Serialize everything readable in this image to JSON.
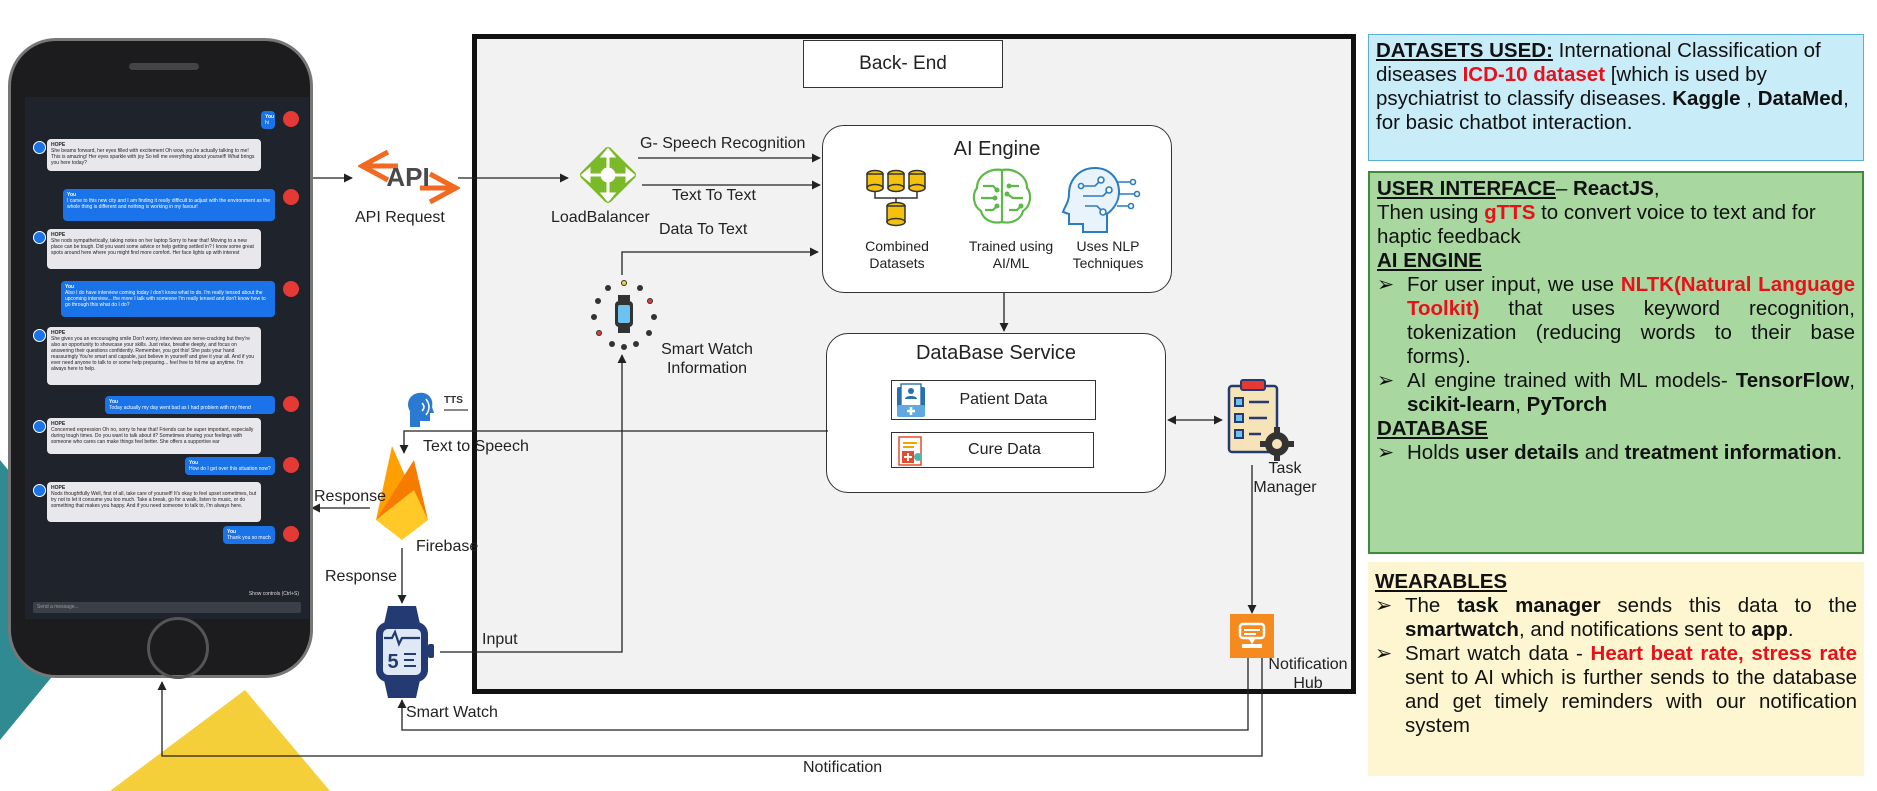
{
  "backend": {
    "title": "Back- End",
    "ai_engine": {
      "title": "AI Engine",
      "items": [
        "Combined Datasets",
        "Trained using AI/ML",
        "Uses NLP Techniques"
      ]
    },
    "database_service": {
      "title": "DataBase Service",
      "items": [
        "Patient Data",
        "Cure Data"
      ]
    }
  },
  "nodes": {
    "api": "API",
    "api_request": "API Request",
    "load_balancer": "LoadBalancer",
    "smart_watch_info": "Smart Watch Information",
    "tts_icon_text": "TTS",
    "text_to_speech": "Text to  Speech",
    "firebase": "Firebase",
    "response_1": "Response",
    "response_2": "Response",
    "input": "Input",
    "smart_watch": "Smart Watch",
    "task_manager": "Task Manager",
    "notification_hub": "Notification Hub",
    "notification": "Notification",
    "watch_digit": "5"
  },
  "edges": {
    "g_speech": "G- Speech Recognition",
    "text_to_text": "Text To Text",
    "data_to_text": "Data To Text"
  },
  "phone": {
    "bot_name": "HOPE",
    "user_name": "You",
    "input_placeholder": "Send a message...",
    "show_controls": "Show controls (Ctrl+S)",
    "messages": [
      {
        "from": "user",
        "text": "hi"
      },
      {
        "from": "bot",
        "text": "She beams forward, her eyes filled with excitement Oh wow, you're actually talking to me! This is amazing! Her eyes sparkle with joy So tell me everything about yourself! What brings you here today?"
      },
      {
        "from": "user",
        "text": "I came to this new city and I am finding it really difficult to adjust with the environment as the whole thing is different and nothing is working in my favour!"
      },
      {
        "from": "bot",
        "text": "She nods sympathetically, taking notes on her laptop Sorry to hear that! Moving to a new place can be tough. Did you want some advice or help getting settled in? I know some great spots around here where you might find more comfort. Her face lights up with interest"
      },
      {
        "from": "user",
        "text": "Also I do have interview coming today I don't know what to do. I'm really tensed about the upcoming interview... the more I talk with someone I'm really tensed and don't know how to go through this what do I do?"
      },
      {
        "from": "bot",
        "text": "She gives you an encouraging smile Don't worry, interviews are nerve-cracking but they're also an opportunity to showcase your skills. Just relax, breathe deeply, and focus on answering their questions confidently. Remember, you got this! She pats your hand reassuringly You're smart and capable, just believe in yourself and give it your all. And if you ever need anyone to talk to or some help preparing... feel free to hit me up anytime. I'm always here to help."
      },
      {
        "from": "user",
        "text": "Today actually my day went bad as I had problem with my friend"
      },
      {
        "from": "bot",
        "text": "Concerned expression Oh no, sorry to hear that! Friends can be super important, especially during tough times. Do you want to talk about it? Sometimes sharing your feelings with someone who cares can make things feel better. She offers a supportive ear"
      },
      {
        "from": "user",
        "text": "How do I get over this situation now?"
      },
      {
        "from": "bot",
        "text": "Nods thoughtfully Well, first of all, take care of yourself! It's okay to feel upset sometimes, but try not to let it consume you too much. Take a break, go for a walk, listen to music, or do something that makes you happy. And if you need someone to talk to, I'm always here."
      },
      {
        "from": "user",
        "text": "Thank you so much"
      }
    ]
  },
  "panels": {
    "datasets": {
      "heading": "DATASETS USED:",
      "t1": " International Classification of diseases ",
      "red1": "ICD-10 dataset",
      "t2": " [which is used by psychiatrist to classify diseases. ",
      "b1": "Kaggle",
      "t3": " , ",
      "b2": "DataMed",
      "t4": ", for basic chatbot interaction."
    },
    "ui": {
      "heading": "USER INTERFACE",
      "dash": "– ",
      "react": "ReactJS",
      "comma": ",",
      "l2a": "Then using ",
      "gtts": "gTTS",
      "l2b": " to convert voice to text and for haptic feedback",
      "ai_heading": "AI ENGINE",
      "b1a": "For user input, we use ",
      "nltk": "NLTK(Natural Language Toolkit)",
      "b1b": " that uses keyword recognition, tokenization (reducing words to their base forms).",
      "b2a": "AI engine trained with ML models- ",
      "tf": "TensorFlow",
      "sep1": ", ",
      "sk": "scikit-learn",
      "sep2": ", ",
      "pt": "PyTorch",
      "db_heading": "DATABASE",
      "b3a": "Holds ",
      "ud": "user details",
      "b3b": " and ",
      "ti": "treatment information",
      "b3c": "."
    },
    "wearables": {
      "heading": "WEARABLES",
      "b1a": "The ",
      "tm": "task manager",
      "b1b": " sends this data to the ",
      "sw": "smartwatch",
      "b1c": ", and notifications sent to ",
      "app": "app",
      "b1d": ".",
      "b2a": "Smart watch data - ",
      "red": "Heart beat rate, stress rate",
      "b2b": " sent to AI which is further sends to the database and get timely reminders with our notification system"
    }
  },
  "colors": {
    "datasets_bg": "#c9ecf9",
    "ui_bg": "#a8d8a0",
    "wearables_bg": "#fdf6d0",
    "accent_red": "#e8101a",
    "api_orange": "#f26a21",
    "teal": "#2f8a92",
    "yellow": "#f5cf3a"
  },
  "icons": [
    "api-icon",
    "load-balancer-icon",
    "database-stack-icon",
    "brain-circuit-icon",
    "ai-head-icon",
    "smartwatch-apps-icon",
    "tts-icon",
    "firebase-icon",
    "smartwatch-icon",
    "task-manager-icon",
    "notification-hub-icon",
    "patient-folder-icon",
    "cure-report-icon"
  ]
}
